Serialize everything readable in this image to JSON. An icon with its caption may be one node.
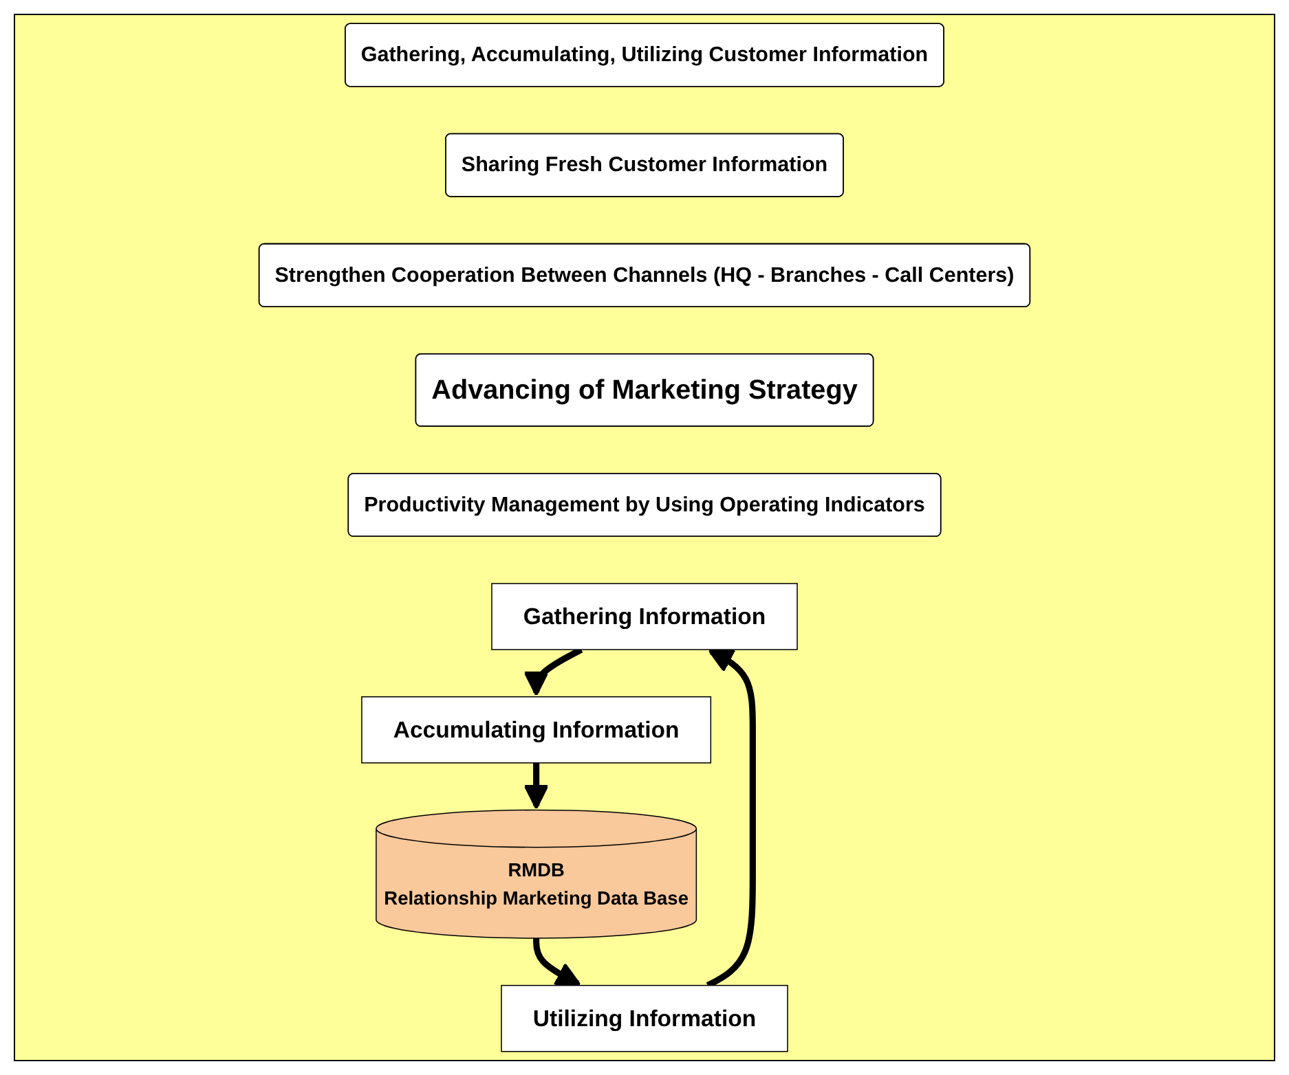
{
  "diagram": {
    "nodes": [
      {
        "text": [
          "Gathering, Accumulating, Utilizing Customer Information"
        ]
      },
      {
        "text": [
          "Sharing Fresh Customer Information"
        ]
      },
      {
        "text": [
          "Strengthen Cooperation Between Channels (HQ - Branches - Call Centers)"
        ]
      },
      {
        "text": [
          "Advancing of Marketing Strategy"
        ]
      },
      {
        "text": [
          "Productivity Management by Using Operating Indicators"
        ]
      },
      {
        "text": [
          "Gathering Information"
        ]
      },
      {
        "text": [
          "Utilizing Information"
        ]
      },
      {
        "text": [
          "RMDB",
          "Relationship Marketing Data Base"
        ]
      },
      {
        "text": [
          "Accumulating Information"
        ]
      }
    ],
    "edges": [
      {
        "from": 6,
        "to": 5,
        "arrow": "to"
      },
      {
        "from": 5,
        "to": 8,
        "arrow": "to"
      },
      {
        "from": 8,
        "to": 7,
        "arrow": "to"
      },
      {
        "from": 7,
        "to": 6,
        "arrow": "to"
      }
    ]
  }
}
